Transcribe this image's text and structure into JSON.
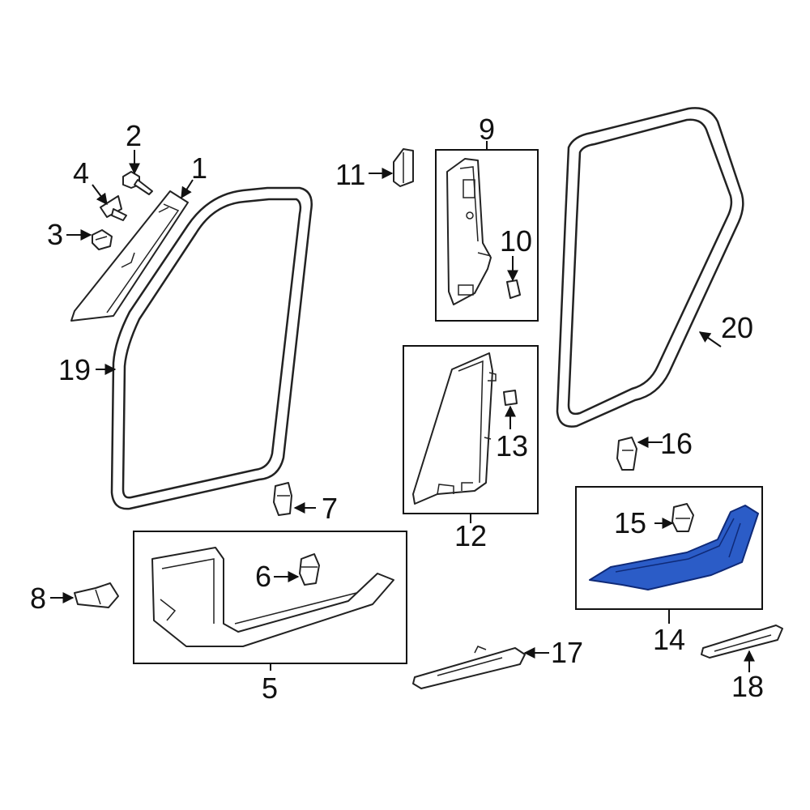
{
  "colors": {
    "highlight": "#2b5cc7",
    "ink": "#111111",
    "background": "#ffffff"
  },
  "callouts": {
    "c1": "1",
    "c2": "2",
    "c3": "3",
    "c4": "4",
    "c5": "5",
    "c6": "6",
    "c7": "7",
    "c8": "8",
    "c9": "9",
    "c10": "10",
    "c11": "11",
    "c12": "12",
    "c13": "13",
    "c14": "14",
    "c15": "15",
    "c16": "16",
    "c17": "17",
    "c18": "18",
    "c19": "19",
    "c20": "20"
  },
  "highlighted_part": "14"
}
